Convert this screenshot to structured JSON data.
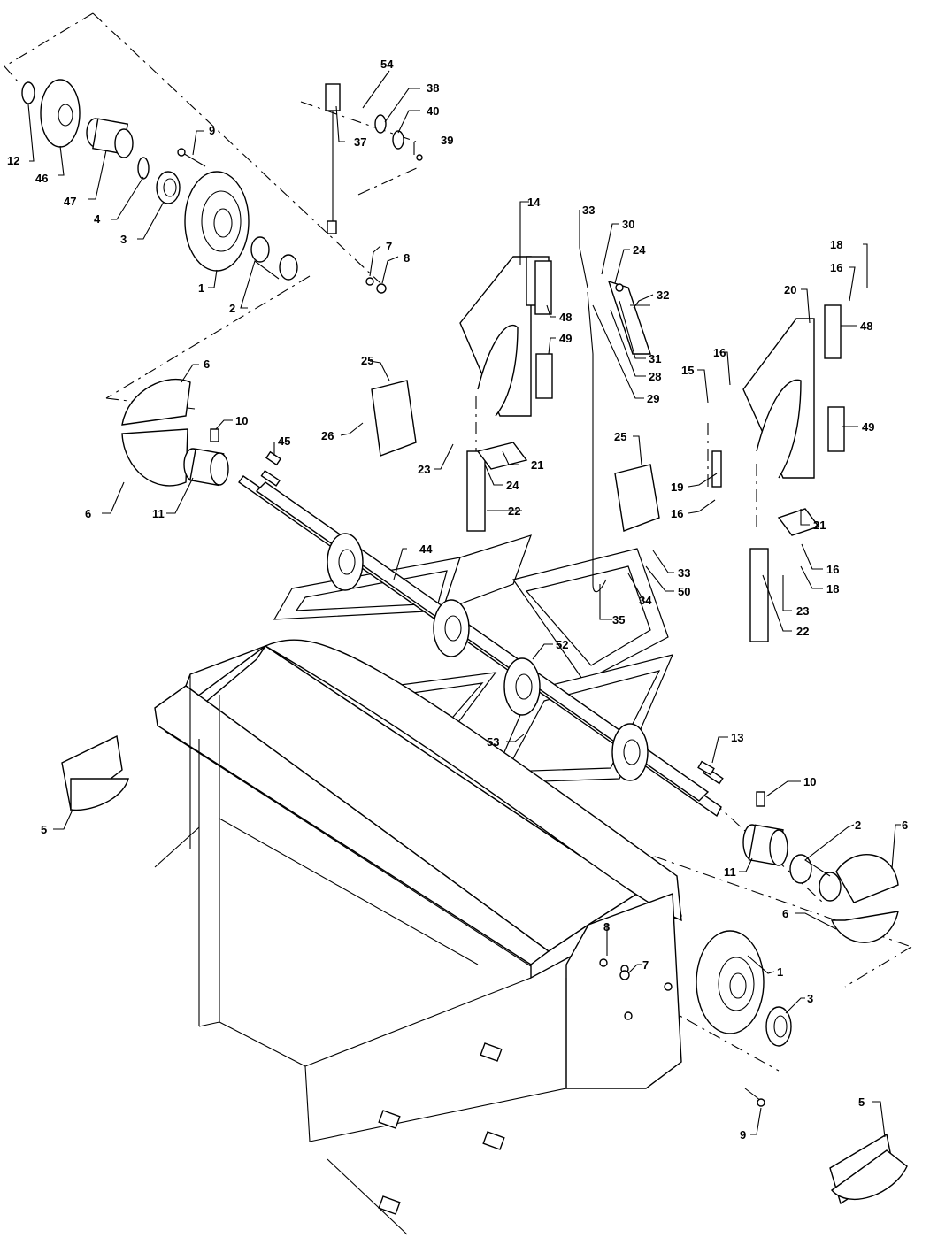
{
  "diagram": {
    "callouts": [
      {
        "id": "c54",
        "text": "54"
      },
      {
        "id": "c38",
        "text": "38"
      },
      {
        "id": "c40",
        "text": "40"
      },
      {
        "id": "c39",
        "text": "39"
      },
      {
        "id": "c37",
        "text": "37"
      },
      {
        "id": "c9a",
        "text": "9"
      },
      {
        "id": "c12",
        "text": "12"
      },
      {
        "id": "c46",
        "text": "46"
      },
      {
        "id": "c47",
        "text": "47"
      },
      {
        "id": "c4",
        "text": "4"
      },
      {
        "id": "c3a",
        "text": "3"
      },
      {
        "id": "c1a",
        "text": "1"
      },
      {
        "id": "c2a",
        "text": "2"
      },
      {
        "id": "c7a",
        "text": "7"
      },
      {
        "id": "c8a",
        "text": "8"
      },
      {
        "id": "c6a",
        "text": "6"
      },
      {
        "id": "c6b",
        "text": "6"
      },
      {
        "id": "c11a",
        "text": "11"
      },
      {
        "id": "c10a",
        "text": "10"
      },
      {
        "id": "c45",
        "text": "45"
      },
      {
        "id": "c14",
        "text": "14"
      },
      {
        "id": "c33a",
        "text": "33"
      },
      {
        "id": "c30",
        "text": "30"
      },
      {
        "id": "c24a",
        "text": "24"
      },
      {
        "id": "c32",
        "text": "32"
      },
      {
        "id": "c48a",
        "text": "48"
      },
      {
        "id": "c49a",
        "text": "49"
      },
      {
        "id": "c31",
        "text": "31"
      },
      {
        "id": "c28",
        "text": "28"
      },
      {
        "id": "c29",
        "text": "29"
      },
      {
        "id": "c25a",
        "text": "25"
      },
      {
        "id": "c26",
        "text": "26"
      },
      {
        "id": "c23a",
        "text": "23"
      },
      {
        "id": "c24b",
        "text": "24"
      },
      {
        "id": "c21a",
        "text": "21"
      },
      {
        "id": "c22a",
        "text": "22"
      },
      {
        "id": "c18a",
        "text": "18"
      },
      {
        "id": "c16a",
        "text": "16"
      },
      {
        "id": "c20",
        "text": "20"
      },
      {
        "id": "c48b",
        "text": "48"
      },
      {
        "id": "c15",
        "text": "15"
      },
      {
        "id": "c16b",
        "text": "16"
      },
      {
        "id": "c49b",
        "text": "49"
      },
      {
        "id": "c25b",
        "text": "25"
      },
      {
        "id": "c19",
        "text": "19"
      },
      {
        "id": "c16c",
        "text": "16"
      },
      {
        "id": "c21b",
        "text": "21"
      },
      {
        "id": "c16d",
        "text": "16"
      },
      {
        "id": "c18b",
        "text": "18"
      },
      {
        "id": "c44",
        "text": "44"
      },
      {
        "id": "c33b",
        "text": "33"
      },
      {
        "id": "c50",
        "text": "50"
      },
      {
        "id": "c34",
        "text": "34"
      },
      {
        "id": "c35",
        "text": "35"
      },
      {
        "id": "c23b",
        "text": "23"
      },
      {
        "id": "c22b",
        "text": "22"
      },
      {
        "id": "c52",
        "text": "52"
      },
      {
        "id": "c53",
        "text": "53"
      },
      {
        "id": "c13",
        "text": "13"
      },
      {
        "id": "c10b",
        "text": "10"
      },
      {
        "id": "c5a",
        "text": "5"
      },
      {
        "id": "c11b",
        "text": "11"
      },
      {
        "id": "c2b",
        "text": "2"
      },
      {
        "id": "c6c",
        "text": "6"
      },
      {
        "id": "c6d",
        "text": "6"
      },
      {
        "id": "c8b",
        "text": "8"
      },
      {
        "id": "c7b",
        "text": "7"
      },
      {
        "id": "c1b",
        "text": "1"
      },
      {
        "id": "c3b",
        "text": "3"
      },
      {
        "id": "c9b",
        "text": "9"
      },
      {
        "id": "c5b",
        "text": "5"
      }
    ]
  }
}
